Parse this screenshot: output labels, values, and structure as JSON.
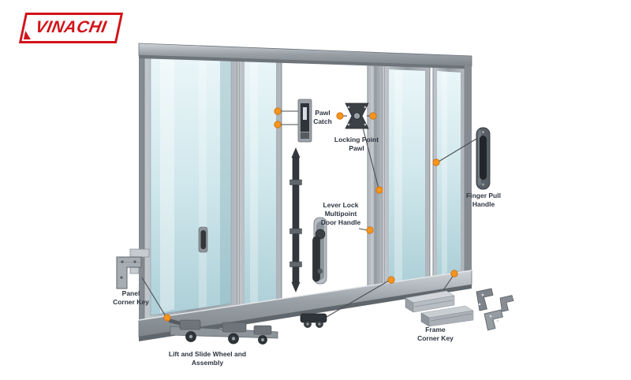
{
  "brand": {
    "name": "VINACHI"
  },
  "diagram": {
    "labels": {
      "pawl_catch": "Pawl\nCatch",
      "locking_point_pawl": "Locking Point\nPawl",
      "finger_pull_handle": "Finger Pull\nHandle",
      "lever_lock_multipoint_door_handle": "Lever Lock\nMultipoint\nDoor Handle",
      "panel_corner_key": "Panel\nCorner Key",
      "lift_and_slide_wheel_and_assembly": "Lift and Slide Wheel and Assembly",
      "frame_corner_key": "Frame\nCorner Key"
    },
    "colors": {
      "accent_orange": "#F7941D",
      "brand_red": "#D2141A",
      "frame_gray": "#9AA1A7",
      "glass_blue": "#CFE7EC"
    }
  }
}
